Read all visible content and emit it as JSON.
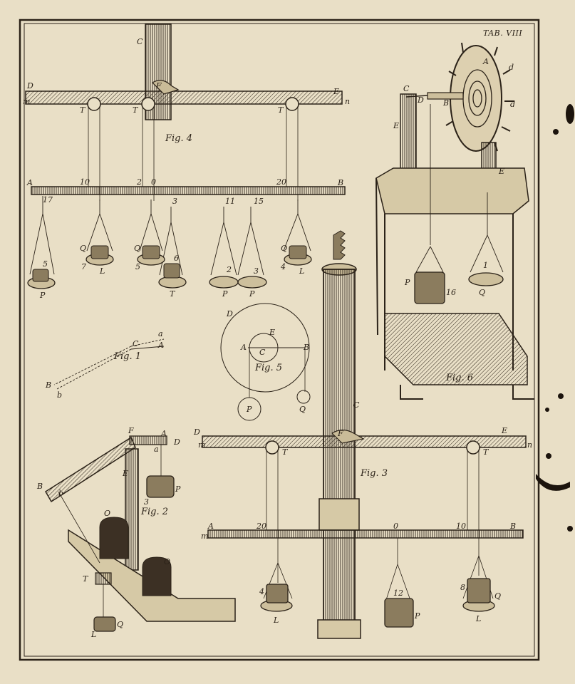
{
  "plate_title": "TAB. VIII",
  "figure_captions": {
    "fig1": "Fig. 1",
    "fig2": "Fig. 2",
    "fig3": "Fig. 3",
    "fig4": "Fig. 4",
    "fig5": "Fig. 5",
    "fig6": "Fig. 6"
  },
  "fig4_labels": {
    "upright": "C",
    "beam_left": "D",
    "beam_right": "E",
    "beam_end_m": "m",
    "beam_end_n": "n",
    "fulcrum": "F",
    "pulley_t": "T",
    "lever_left": "A",
    "lever_right": "B",
    "num_10": "10",
    "num_2": "2",
    "num_0": "0",
    "num_20": "20",
    "num_17": "17",
    "num_3": "3",
    "num_11": "11",
    "num_15": "15",
    "pan_5": "5",
    "pan_7": "7",
    "pan_5b": "5",
    "pan_6": "6",
    "pan_2": "2",
    "pan_3": "3",
    "pan_4": "4",
    "P": "P",
    "Q": "Q",
    "L": "L"
  },
  "fig1_labels": {
    "a": "a",
    "C": "C",
    "A": "A",
    "B": "B",
    "b": "b"
  },
  "fig5_labels": {
    "D": "D",
    "E": "E",
    "A": "A",
    "C": "C",
    "B": "B",
    "P": "P",
    "Q": "Q"
  },
  "fig6_labels": {
    "A": "A",
    "d1": "d",
    "d2": "d",
    "C": "C",
    "D": "D",
    "B": "B",
    "E1": "E",
    "E2": "E",
    "P": "P",
    "Q": "Q",
    "n16": "16",
    "n1": "1"
  },
  "fig2_labels": {
    "F": "F",
    "A": "A",
    "a": "a",
    "D": "D",
    "B": "B",
    "b": "b",
    "E": "E",
    "P": "P",
    "n3": "3",
    "O1": "O",
    "O2": "O",
    "T": "T",
    "Q": "Q",
    "L": "L"
  },
  "fig3_labels": {
    "C": "C",
    "D": "D",
    "E": "E",
    "F": "F",
    "m": "m",
    "n": "n",
    "T1": "T",
    "T2": "T",
    "A": "A",
    "B": "B",
    "m2": "m",
    "n20": "20",
    "n0": "0",
    "n10": "10",
    "n4": "4",
    "n12": "12",
    "n8": "8",
    "L1": "L",
    "L2": "L",
    "P": "P",
    "Q": "Q"
  },
  "colors": {
    "paper": "#e9dfc6",
    "ink": "#2b2218"
  }
}
